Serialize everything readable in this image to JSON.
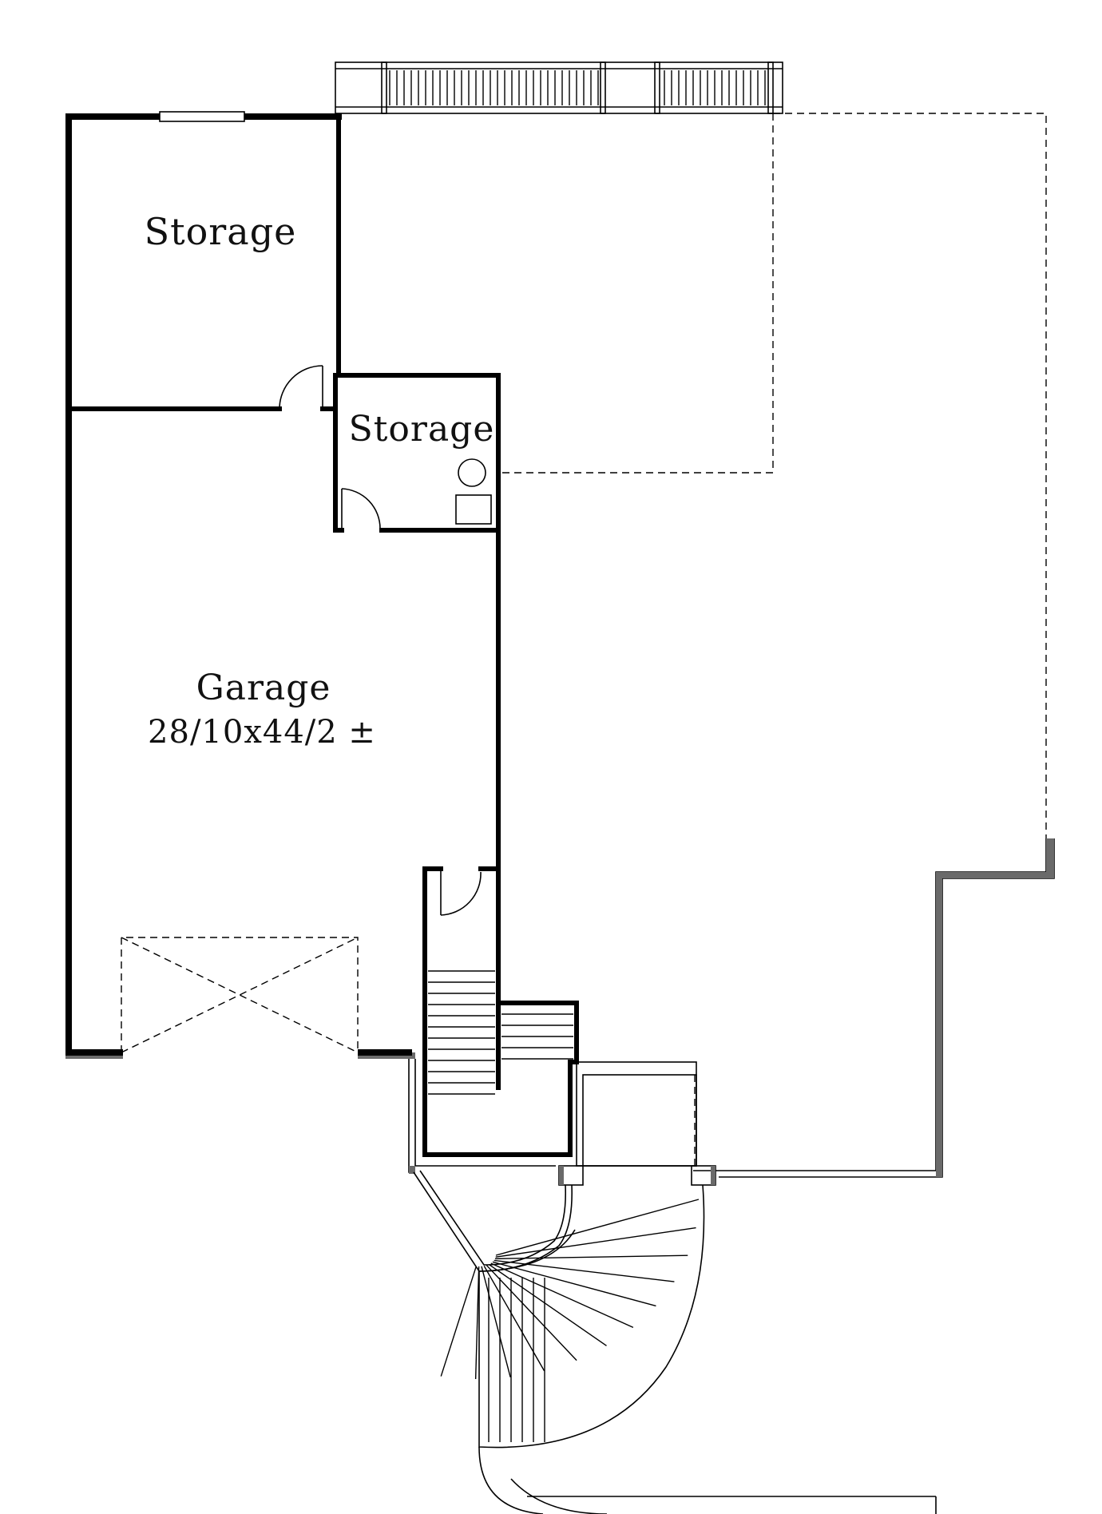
{
  "rooms": {
    "storage_upper": {
      "label": "Storage"
    },
    "storage_small": {
      "label": "Storage"
    },
    "garage": {
      "label": "Garage",
      "dimensions": "28/10x44/2 ±"
    }
  },
  "colors": {
    "line": "#000000",
    "background": "#ffffff",
    "hatch": "#6a6a6a"
  }
}
